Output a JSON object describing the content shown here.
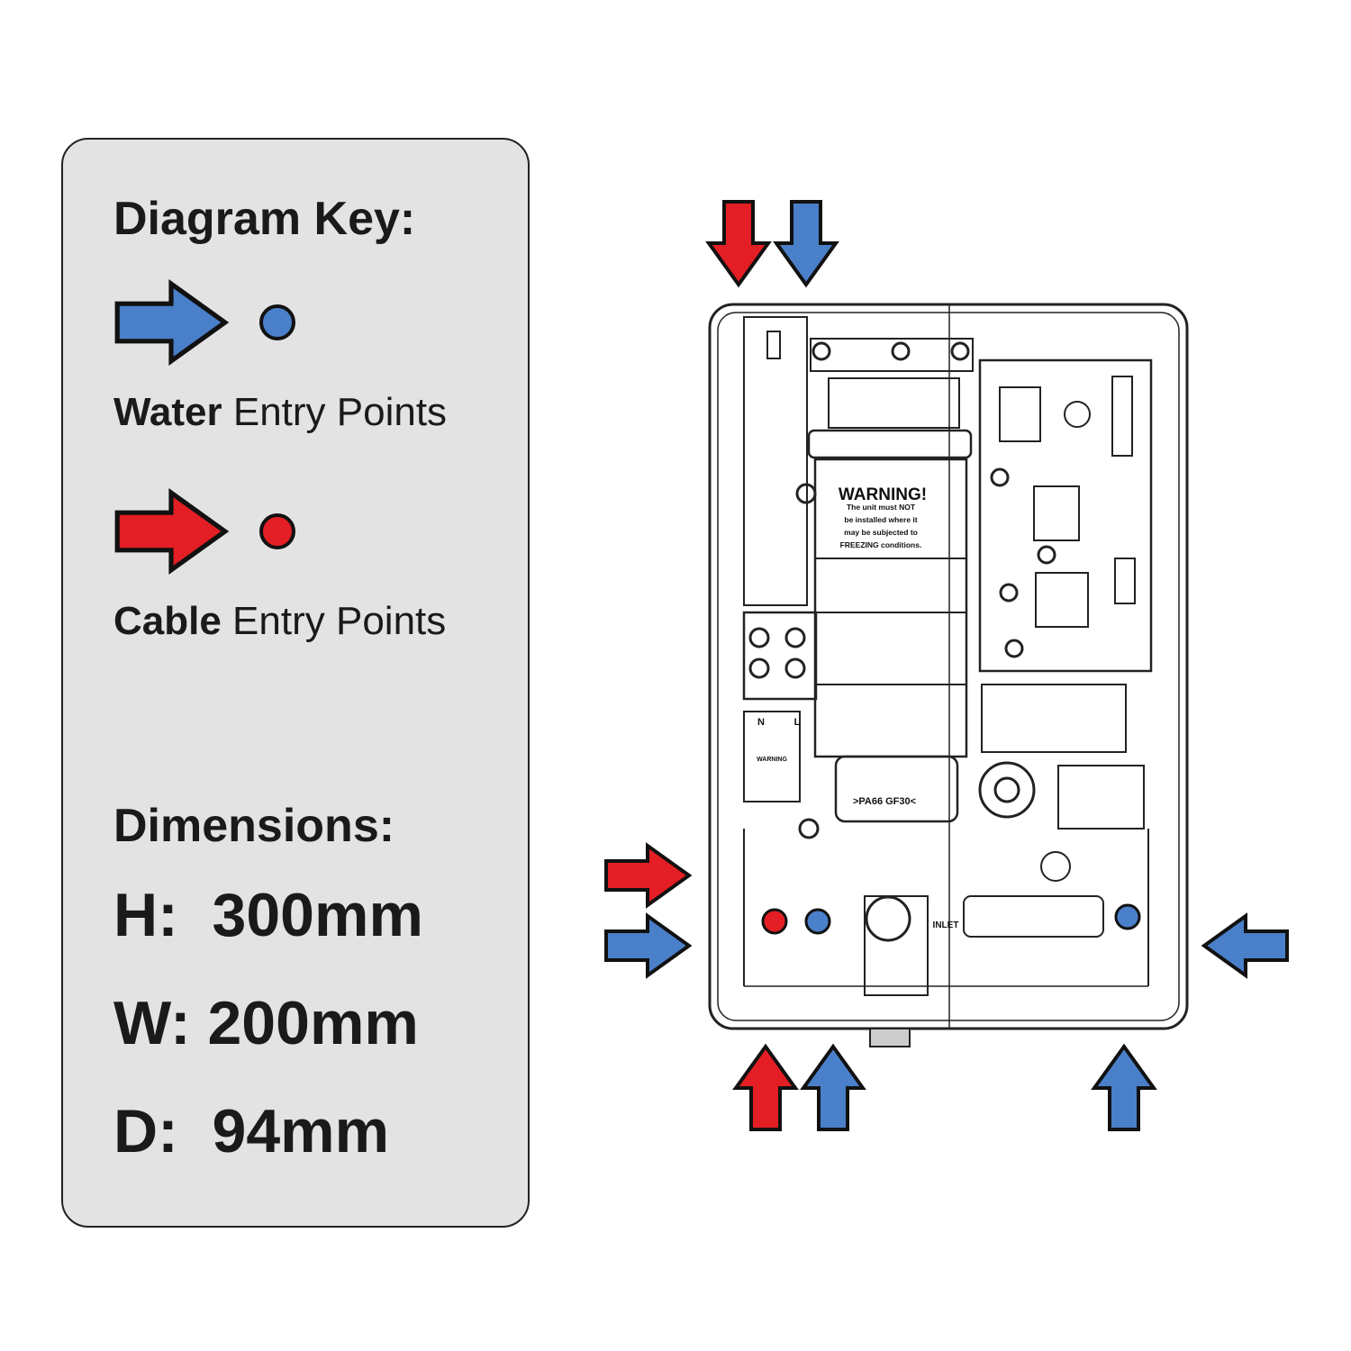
{
  "key": {
    "title": "Diagram Key:",
    "water": {
      "bold": "Water",
      "rest": " Entry Points"
    },
    "cable": {
      "bold": "Cable",
      "rest": " Entry Points"
    }
  },
  "dimensions": {
    "title": "Dimensions:",
    "height": "H:  300mm",
    "width": "W: 200mm",
    "depth": "D:  94mm"
  },
  "heater_labels": {
    "warning_title": "WARNING!",
    "warning_lines": [
      "The unit must NOT",
      "be installed where it",
      "may be subjected to",
      "FREEZING conditions."
    ],
    "material": ">PA66 GF30<",
    "inlet": "INLET",
    "neutral": "N",
    "live": "L",
    "terminal_warning": "WARNING"
  },
  "colors": {
    "water": "#4a7fc9",
    "cable": "#e31e24",
    "panel": "#e3e3e3"
  }
}
